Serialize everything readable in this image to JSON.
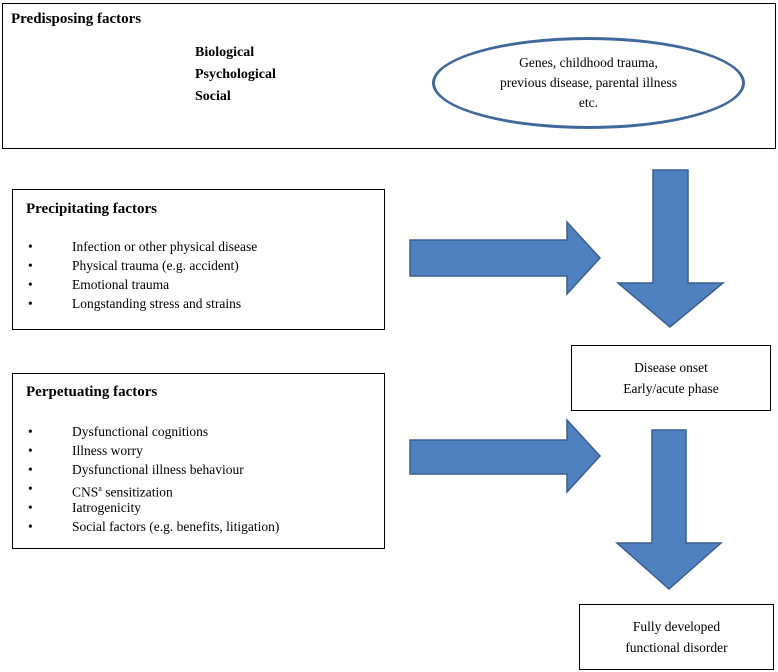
{
  "predisposing": {
    "title": "Predisposing factors",
    "factors": [
      "Biological",
      "Psychological",
      "Social"
    ],
    "examples": [
      "Genes, childhood trauma,",
      "previous disease, parental illness",
      "etc."
    ]
  },
  "precipitating": {
    "title": "Precipitating factors",
    "items": [
      "Infection or other physical disease",
      "Physical trauma (e.g. accident)",
      "Emotional trauma",
      "Longstanding stress and strains"
    ]
  },
  "perpetuating": {
    "title": "Perpetuating factors",
    "items": [
      "Dysfunctional cognitions",
      "Illness worry",
      "Dysfunctional illness behaviour",
      "CNS",
      "Iatrogenicity",
      "Social factors (e.g. benefits, litigation)"
    ],
    "cns_superscript": "a",
    "cns_suffix": " sensitization"
  },
  "onset": {
    "line1": "Disease onset",
    "line2": "Early/acute phase"
  },
  "outcome": {
    "line1": "Fully developed",
    "line2": "functional disorder"
  },
  "bullet": "•",
  "colors": {
    "arrow_fill": "#4f80c0",
    "arrow_stroke": "#3a5f8f",
    "ellipse_border": "#41689a"
  }
}
